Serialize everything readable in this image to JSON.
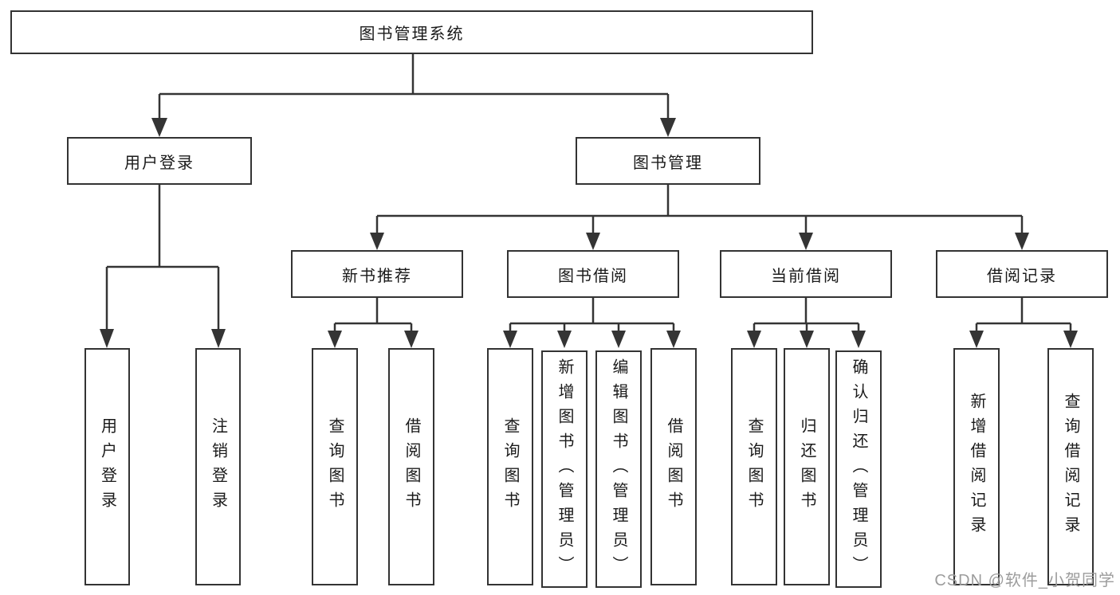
{
  "tree": {
    "root": "图书管理系统",
    "level2": {
      "user_login": "用户登录",
      "book_mgmt": "图书管理"
    },
    "level3": {
      "new_book_rec": "新书推荐",
      "book_borrow": "图书借阅",
      "current_borrow": "当前借阅",
      "borrow_records": "借阅记录"
    },
    "leaves": {
      "user_login": [
        "用户登录",
        "注销登录"
      ],
      "new_book_rec": [
        "查询图书",
        "借阅图书"
      ],
      "book_borrow": [
        "查询图书",
        "新增图书（管理员）",
        "编辑图书（管理员）",
        "借阅图书"
      ],
      "current_borrow": [
        "查询图书",
        "归还图书",
        "确认归还（管理员）"
      ],
      "borrow_records": [
        "新增借阅记录",
        "查询借阅记录"
      ]
    }
  },
  "watermark": "CSDN @软件_小贺同学",
  "colors": {
    "line": "#343434",
    "border": "#333333",
    "text": "#1a1a1a",
    "watermark": "#9c9c9c",
    "background": "#ffffff"
  }
}
